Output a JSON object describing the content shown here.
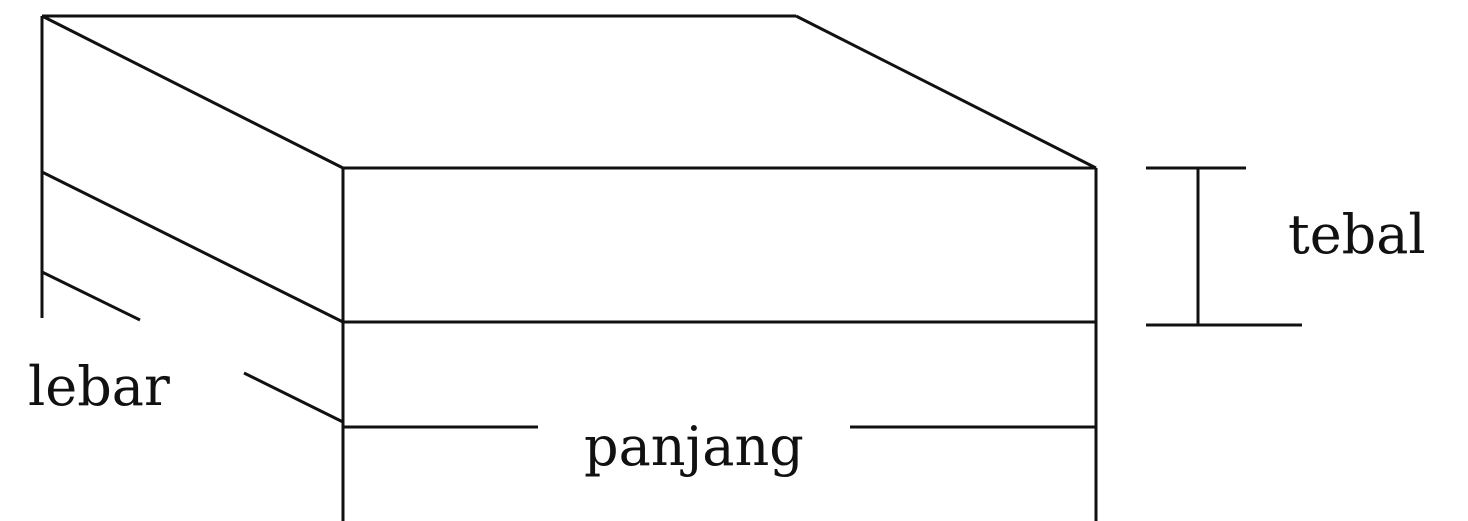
{
  "labels": {
    "thickness": "tebal",
    "width": "lebar",
    "length": "panjang"
  }
}
